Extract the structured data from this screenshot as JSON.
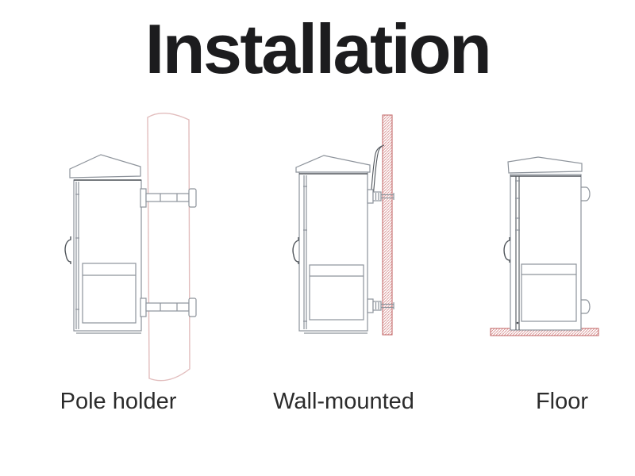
{
  "title": "Installation",
  "figures": [
    {
      "id": "pole-holder",
      "label": "Pole holder"
    },
    {
      "id": "wall-mounted",
      "label": "Wall-mounted"
    },
    {
      "id": "floor",
      "label": "Floor"
    }
  ],
  "colors": {
    "background": "#ffffff",
    "title-text": "#1c1c1e",
    "label-text": "#2b2b2b",
    "line-gray": "#8d939b",
    "line-dark": "#50555b",
    "pole-pink": "#e2bdbd",
    "hatch-red": "#d68e8e",
    "hatch-border": "#c56e6e",
    "diagram-fill": "#ffffff"
  }
}
